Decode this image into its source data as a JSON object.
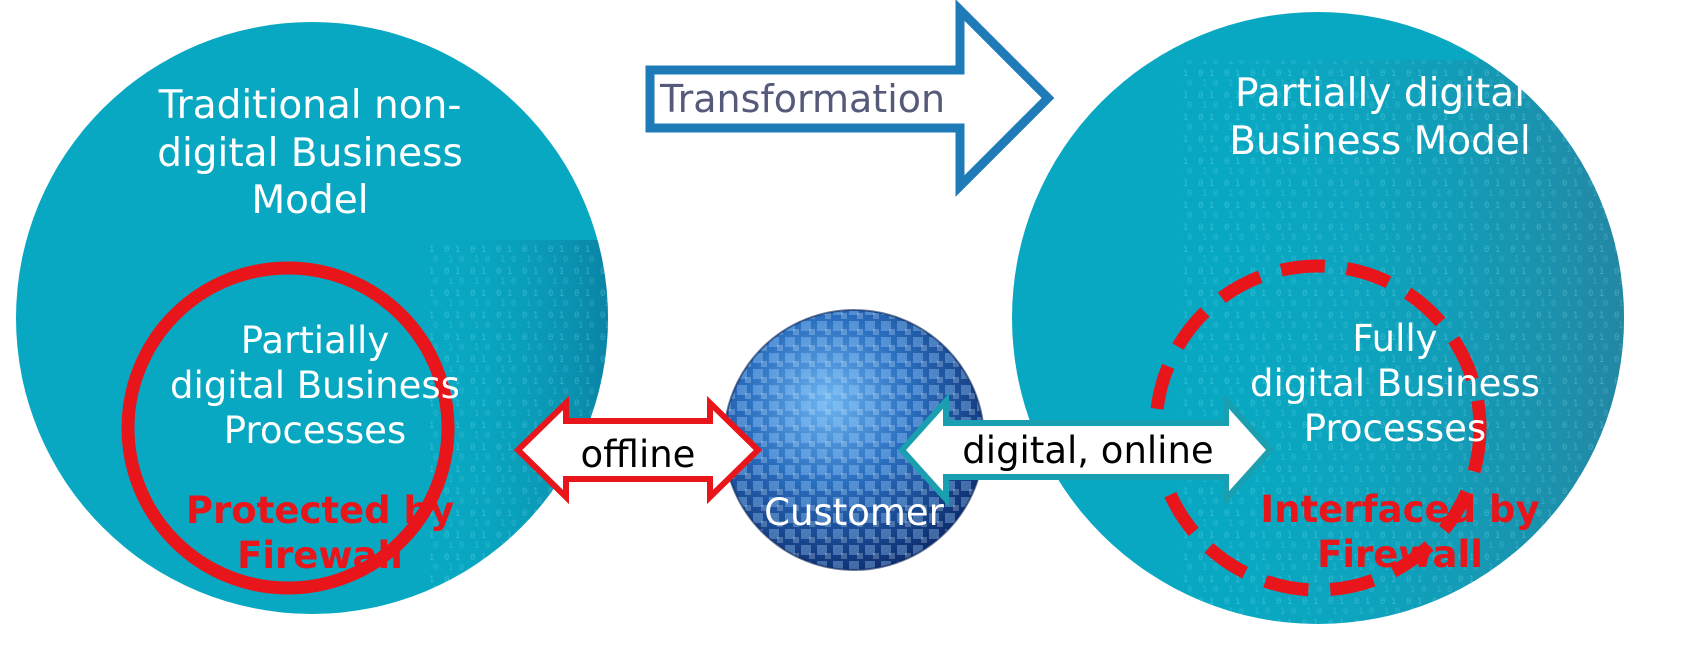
{
  "transformation": {
    "label": "Transformation",
    "arrow_color": "#1f7ab8",
    "text_color": "#555a7a"
  },
  "left_model": {
    "title": "Traditional non-\ndigital Business\nModel",
    "processes": "Partially\ndigital Business\nProcesses",
    "firewall": "Protected by\nFirewall",
    "firewall_style": "solid"
  },
  "right_model": {
    "title": "Partially digital\nBusiness Model",
    "processes": "Fully\ndigital Business\nProcesses",
    "firewall": "Interfaced by\nFirewall",
    "firewall_style": "dashed"
  },
  "customer": {
    "label": "Customer"
  },
  "links": {
    "offline": {
      "label": "offline",
      "border_color": "#e8151b"
    },
    "online": {
      "label": "digital, online",
      "border_color": "#1a9fb0"
    }
  },
  "colors": {
    "circle_fill": "#09a8c2",
    "firewall_red": "#e8151b",
    "globe_dark": "#0c2a6b",
    "globe_light": "#3d8ed6"
  },
  "icons": {
    "globe": "globe-icon",
    "transform_arrow": "arrow-right-icon",
    "offline_arrow": "double-arrow-icon",
    "online_arrow": "double-arrow-icon"
  }
}
